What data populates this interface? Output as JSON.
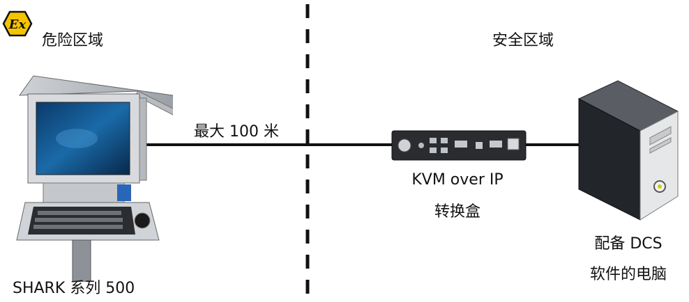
{
  "hazard_zone": {
    "badge_text": "Ex",
    "title": "危险区域"
  },
  "safe_zone": {
    "title": "安全区域"
  },
  "distance_label": "最大 100 米",
  "workstation": {
    "label": "SHARK 系列 500"
  },
  "converter": {
    "line1": "KVM over IP",
    "line2": "转换盒"
  },
  "computer": {
    "line1": "配备 DCS",
    "line2": "软件的电脑"
  }
}
